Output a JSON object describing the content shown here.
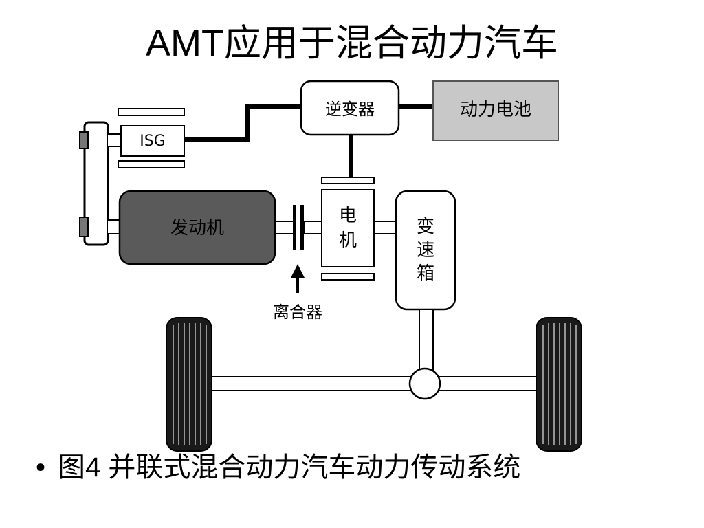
{
  "slide": {
    "title": "AMT应用于混合动力汽车",
    "bullet_marker": "•",
    "caption": "图4 并联式混合动力汽车动力传动系统"
  },
  "diagram": {
    "components": {
      "isg": "ISG",
      "inverter": "逆变器",
      "battery": "动力电池",
      "engine": "发动机",
      "motor_line1": "电",
      "motor_line2": "机",
      "gearbox_line1": "变",
      "gearbox_line2": "速",
      "gearbox_line3": "箱",
      "clutch": "离合器"
    },
    "colors": {
      "battery_fill": "#c8c8c8",
      "engine_fill": "#5a5a5a",
      "tire_fill": "#1a1a1a",
      "line": "#000000"
    }
  }
}
